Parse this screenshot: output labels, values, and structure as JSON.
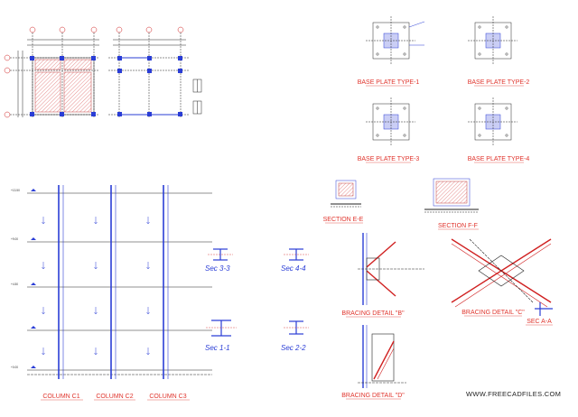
{
  "colors": {
    "steel_red": "#e0342c",
    "steel_blue": "#2a3dd6",
    "line": "#222222",
    "hatch": "#e07070"
  },
  "base_plates": [
    {
      "title": "BASE PLATE TYPE-1"
    },
    {
      "title": "BASE PLATE TYPE-2"
    },
    {
      "title": "BASE PLATE TYPE-3"
    },
    {
      "title": "BASE PLATE TYPE-4"
    }
  ],
  "sections": {
    "sec_3_3": "Sec 3-3",
    "sec_4_4": "Sec 4-4",
    "sec_1_1": "Sec 1-1",
    "sec_2_2": "Sec 2-2",
    "section_ee": "SECTION E-E",
    "section_ff": "SECTION F-F",
    "sec_aa": "SEC A-A"
  },
  "bracing": {
    "b": "BRACING DETAIL \"B\"",
    "c": "BRACING DETAIL \"C\"",
    "d": "BRACING DETAIL \"D\""
  },
  "columns": [
    "COLUMN C1",
    "COLUMN C2",
    "COLUMN C3"
  ],
  "levels": [
    "+13.50",
    "+9.00",
    "+4.50",
    "+0.00"
  ],
  "watermark": "WWW.FREECADFILES.COM"
}
